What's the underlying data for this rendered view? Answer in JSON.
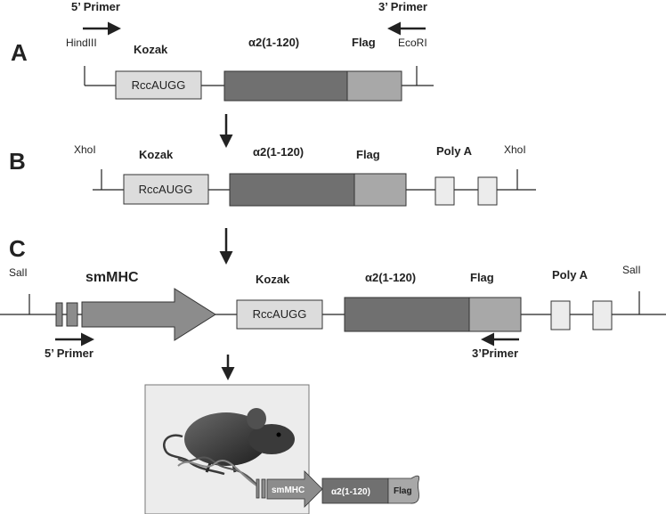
{
  "panel_a": {
    "letter": "A",
    "primer_5": "5’ Primer",
    "primer_3": "3’ Primer",
    "site_left": "HindIII",
    "site_right": "EcoRI",
    "kozak": "Kozak",
    "kozak_seq": "RccAUGG",
    "gene": "α2(1-120)",
    "flag": "Flag"
  },
  "panel_b": {
    "letter": "B",
    "site_left": "XhoI",
    "site_right": "XhoI",
    "kozak": "Kozak",
    "kozak_seq": "RccAUGG",
    "gene": "α2(1-120)",
    "flag": "Flag",
    "polya": "Poly A"
  },
  "panel_c": {
    "letter": "C",
    "site_left": "SalI",
    "site_right": "SalI",
    "promoter": "smMHC",
    "kozak": "Kozak",
    "kozak_seq": "RccAUGG",
    "gene": "α2(1-120)",
    "flag": "Flag",
    "polya": "Poly A",
    "primer_5": "5’ Primer",
    "primer_3": "3’Primer"
  },
  "mouse_panel": {
    "promoter": "smMHC",
    "gene": "α2(1-120)",
    "flag": "Flag"
  },
  "colors": {
    "kozak_fill": "#dcdcdc",
    "gene_fill": "#707070",
    "flag_fill": "#a8a8a8",
    "polya_fill": "#ececec",
    "promoter_fill": "#8c8c8c",
    "mouse_bg": "#ececec",
    "line": "#222222"
  }
}
